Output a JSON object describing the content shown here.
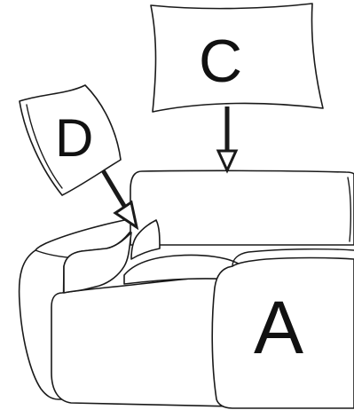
{
  "parts": {
    "seat_cushion": {
      "letter": "A"
    },
    "back_cushion": {
      "letter": "C"
    },
    "arm_cushion": {
      "letter": "D"
    }
  },
  "colors": {
    "line": "#1a1a1a",
    "fill": "#ffffff"
  }
}
